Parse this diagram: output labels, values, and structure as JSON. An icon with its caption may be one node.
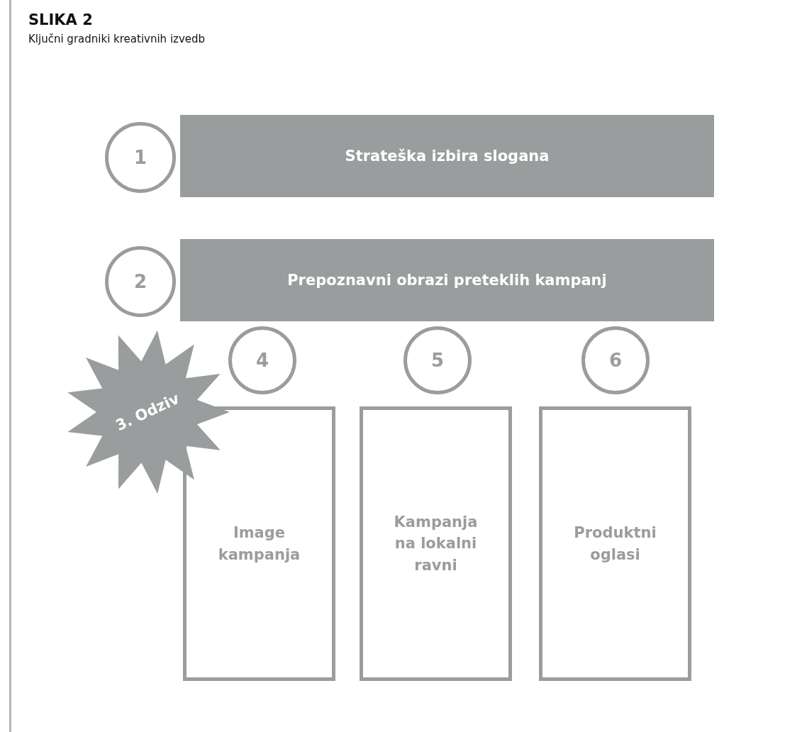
{
  "diagram": {
    "title": "SLIKA 2",
    "caption": "Ključni gradniki kreativnih izvedb",
    "nodes": [
      {
        "text": [
          "1"
        ]
      },
      {
        "text": [
          "Strateška izbira slogana"
        ]
      },
      {
        "text": [
          "2"
        ]
      },
      {
        "text": [
          "Prepoznavni obrazi preteklih kampanj"
        ]
      },
      {
        "text": [
          "3. Odziv"
        ]
      },
      {
        "text": [
          "4"
        ]
      },
      {
        "text": [
          "5"
        ]
      },
      {
        "text": [
          "6"
        ]
      },
      {
        "text": [
          "Image kampanja"
        ]
      },
      {
        "text": [
          "Kampanja na lokalni ravni"
        ]
      },
      {
        "text": [
          "Produktni oglasi"
        ]
      }
    ]
  }
}
